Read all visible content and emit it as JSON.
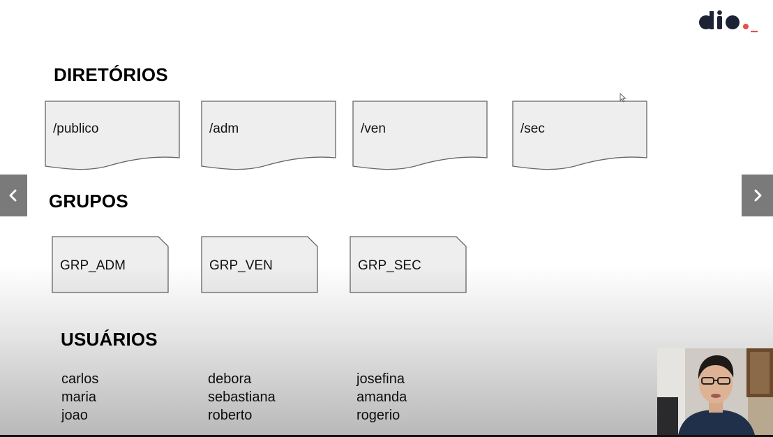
{
  "logo": {
    "text": "dio",
    "accent_color": "#e8504b"
  },
  "colors": {
    "box_fill": "#eeeeee",
    "box_stroke": "#666666",
    "nav_bg": "#7a7a7a"
  },
  "sections": {
    "directories": {
      "title": "DIRETÓRIOS",
      "items": [
        "/publico",
        "/adm",
        "/ven",
        "/sec"
      ]
    },
    "groups": {
      "title": "GRUPOS",
      "items": [
        "GRP_ADM",
        "GRP_VEN",
        "GRP_SEC"
      ]
    },
    "users": {
      "title": "USUÁRIOS",
      "columns": [
        [
          "carlos",
          "maria",
          "joao"
        ],
        [
          "debora",
          "sebastiana",
          "roberto"
        ],
        [
          "josefina",
          "amanda",
          "rogerio"
        ]
      ]
    }
  },
  "navigation": {
    "prev_icon": "chevron-left-icon",
    "next_icon": "chevron-right-icon"
  },
  "webcam": {
    "icon": "presenter-video"
  }
}
